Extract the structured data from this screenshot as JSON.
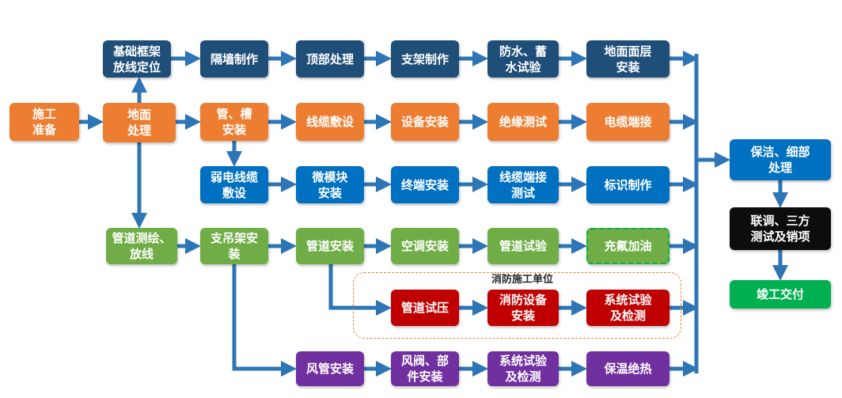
{
  "nodes": {
    "start": "施工\n准备",
    "ground": "地面\n处理",
    "frame": "基础框架\n放线定位",
    "partition": "隔墙制作",
    "ceiling": "顶部处理",
    "bracket": "支架制作",
    "waterproof": "防水、蓄\n水试验",
    "floor_layer": "地面面层\n安装",
    "pipe_slot": "管、槽\n安装",
    "cable_lay": "线缆敷设",
    "equip_install": "设备安装",
    "insulation": "绝缘测试",
    "cable_term": "电缆端接",
    "weak_cable": "弱电线缆\n敷设",
    "micro_module": "微模块\n安装",
    "terminal": "终端安装",
    "cable_test": "线缆端接\n测试",
    "label_make": "标识制作",
    "pipe_survey": "管道测绘、\n放线",
    "hanger": "支吊架安\n装",
    "pipe_install": "管道安装",
    "ac_install": "空调安装",
    "pipe_test": "管道试验",
    "freon": "充氟加油",
    "pressure_test": "管道试压",
    "fire_equip": "消防设备\n安装",
    "sys_test_fire": "系统试验\n及检测",
    "duct_install": "风管安装",
    "valve_install": "风阀、部\n件安装",
    "sys_test_duct": "系统试验\n及检测",
    "insul_heat": "保温绝热",
    "clean": "保洁、细部\n处理",
    "joint_test": "联调、三方\n测试及销项",
    "handover": "竣工交付"
  },
  "group_label": "消防施工单位",
  "colors": {
    "navy": "#1f4e79",
    "orange": "#ed7d31",
    "blue": "#0070c0",
    "green": "#70ad47",
    "red": "#c00000",
    "purple": "#7030a0",
    "black": "#0d0d0d",
    "done_green": "#00b050",
    "arrow": "#2e75b6"
  }
}
